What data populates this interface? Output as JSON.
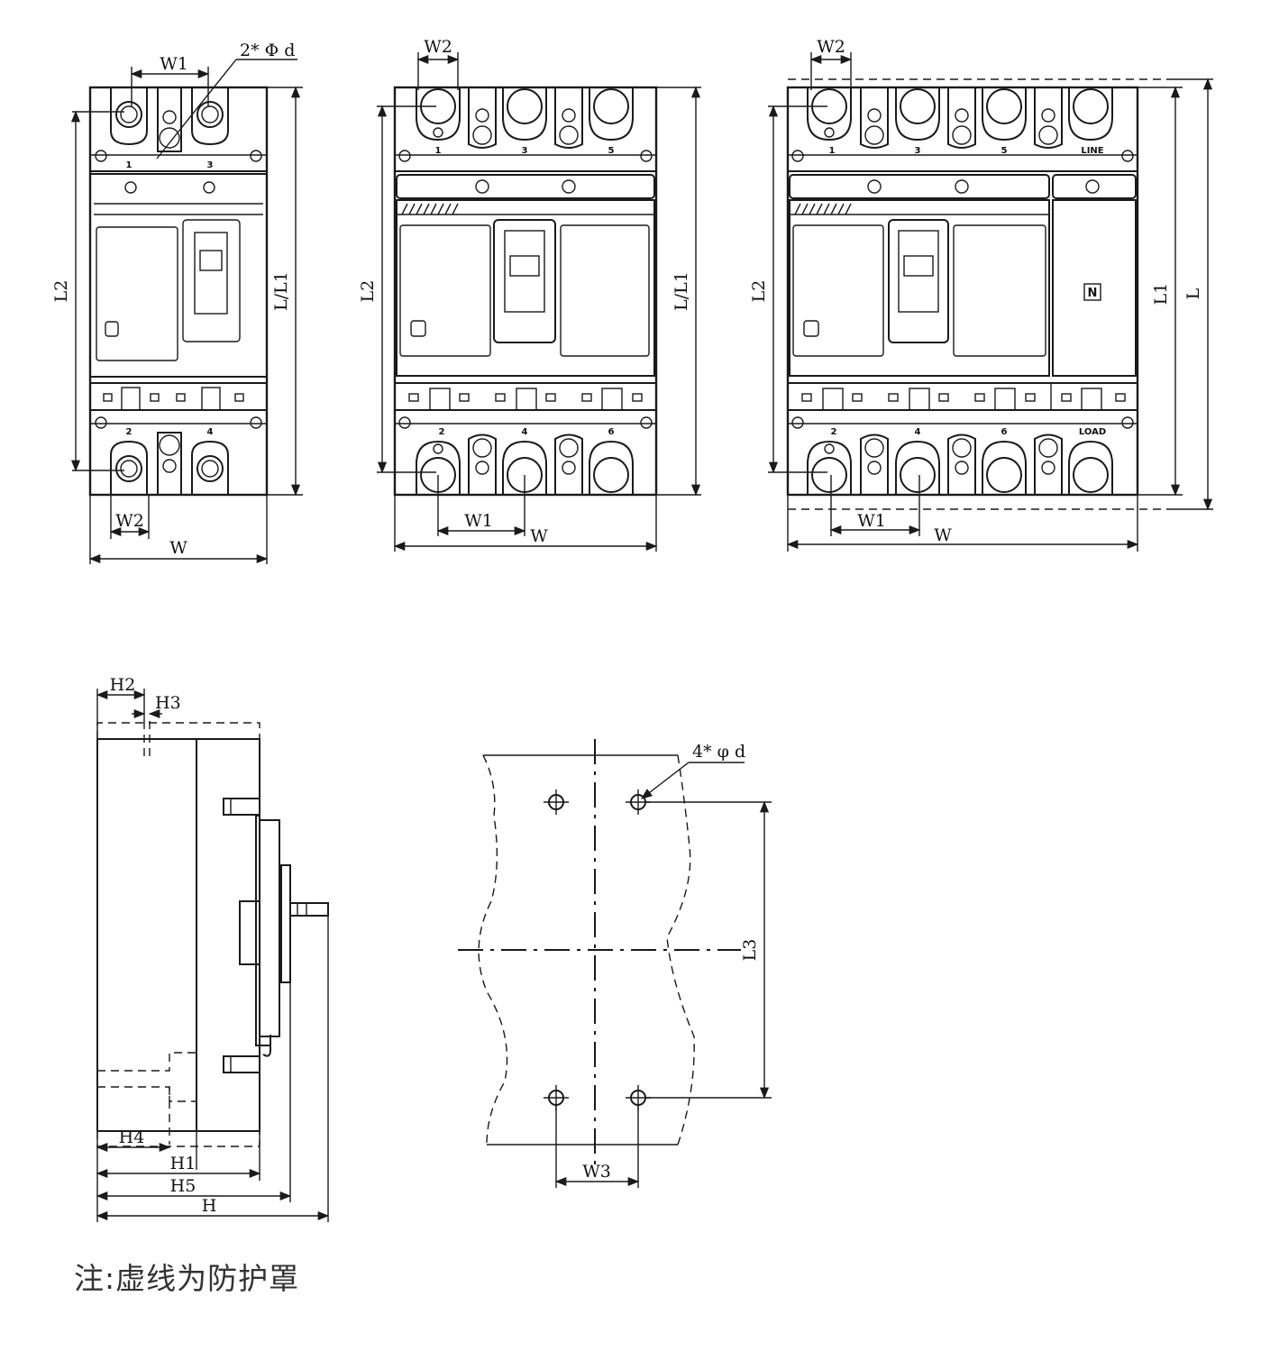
{
  "views": {
    "pole3": {
      "labels": {
        "w1": "W1",
        "w2": "W2",
        "phi": "2* Φ d",
        "l2": "L2",
        "ll1": "L/L1",
        "w": "W"
      },
      "terminals_top": [
        "1",
        "3"
      ],
      "terminals_bottom": [
        "2",
        "4"
      ]
    },
    "pole3b": {
      "labels": {
        "w2": "W2",
        "l2": "L2",
        "ll1": "L/L1",
        "w1": "W1",
        "w": "W"
      },
      "terminals_top": [
        "1",
        "3",
        "5"
      ],
      "terminals_bottom": [
        "2",
        "4",
        "6"
      ]
    },
    "pole4": {
      "labels": {
        "w2": "W2",
        "l2": "L2",
        "l1": "L1",
        "l": "L",
        "w1": "W1",
        "w": "W",
        "n": "N"
      },
      "terminals_top": [
        "1",
        "3",
        "5",
        "LINE"
      ],
      "terminals_bottom": [
        "2",
        "4",
        "6",
        "LOAD"
      ]
    },
    "side": {
      "labels": {
        "h2": "H2",
        "h3": "H3",
        "h4": "H4",
        "h1": "H1",
        "h5": "H5",
        "h": "H"
      }
    },
    "mounting": {
      "labels": {
        "phi": "4* φ d",
        "l3": "L3",
        "w3": "W3"
      }
    }
  },
  "note": "注:虚线为防护罩"
}
